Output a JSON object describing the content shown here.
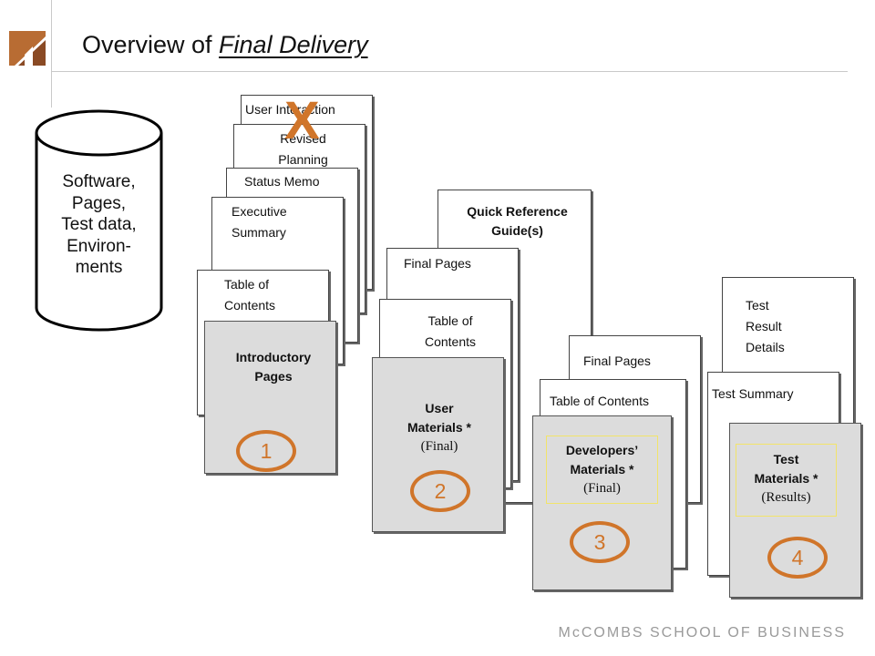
{
  "slide": {
    "title_prefix": "Overview of ",
    "title_emphasis": "Final Delivery",
    "footer_text": "McCOMBS SCHOOL OF BUSINESS"
  },
  "database": {
    "lines": [
      "Software,",
      "Pages,",
      "Test data,",
      "Environ-",
      "ments"
    ]
  },
  "stack1": {
    "user_interaction": "User Interaction",
    "removed_mark": "X",
    "revised_planning": [
      "Revised",
      "Planning"
    ],
    "status_memo": "Status Memo",
    "executive_summary": [
      "Executive",
      "Summary"
    ],
    "table_of_contents": [
      "Table of",
      "Contents"
    ],
    "front": [
      "Introductory",
      "Pages"
    ],
    "badge": "1"
  },
  "stack2": {
    "quick_reference": [
      "Quick Reference",
      "Guide(s)"
    ],
    "final_pages": "Final Pages",
    "table_of_contents": [
      "Table of",
      "Contents"
    ],
    "front": [
      "User",
      "Materials *",
      "(Final)"
    ],
    "badge": "2"
  },
  "stack3": {
    "final_pages": "Final Pages",
    "table_of_contents": "Table of Contents",
    "front": [
      "Developers’",
      "Materials *",
      "(Final)"
    ],
    "badge": "3"
  },
  "stack4": {
    "test_result_details": [
      "Test",
      "Result",
      "Details"
    ],
    "test_summary": "Test Summary",
    "front": [
      "Test",
      "Materials *",
      "(Results)"
    ],
    "badge": "4"
  },
  "colors": {
    "accent": "#d0752a",
    "card_grey": "#dcdcdc",
    "highlight_box": "#f2e46a",
    "footer_grey": "#9a9a9a"
  }
}
